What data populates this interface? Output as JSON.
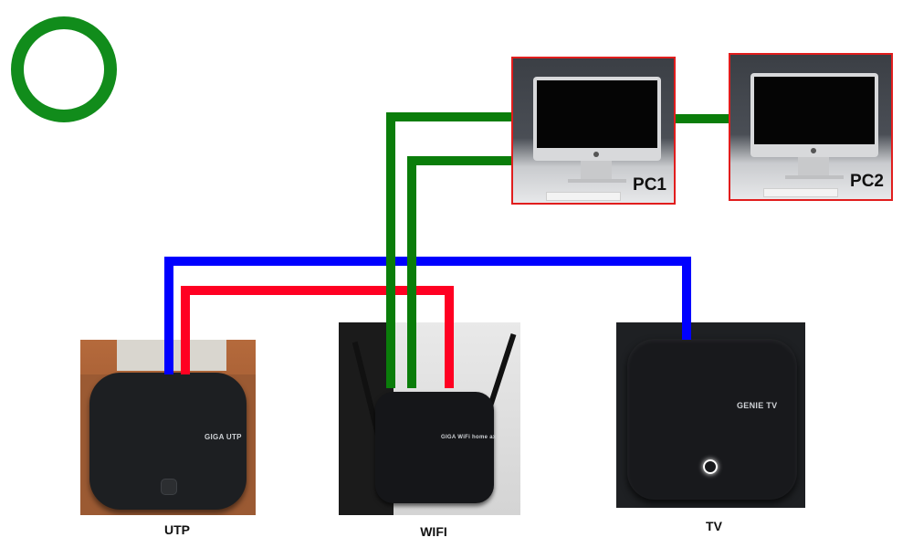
{
  "status_mark": "check-circle",
  "devices": {
    "utp": {
      "label": "UTP",
      "brand_text": "GIGA UTP"
    },
    "wifi": {
      "label": "WIFI",
      "brand_text": "GIGA WiFi home ax"
    },
    "tv": {
      "label": "TV",
      "brand_text": "GENIE TV"
    },
    "pc1": {
      "label": "PC1"
    },
    "pc2": {
      "label": "PC2"
    }
  },
  "connections": [
    {
      "from": "UTP",
      "to": "TV",
      "color": "#0000ff"
    },
    {
      "from": "UTP",
      "to": "WIFI",
      "color": "#ff0022"
    },
    {
      "from": "WIFI",
      "to": "PC1",
      "color": "#0a7d0a"
    },
    {
      "from": "WIFI",
      "to": "PC1",
      "color": "#0a7d0a"
    },
    {
      "from": "PC1",
      "to": "PC2",
      "color": "#0a7d0a"
    }
  ],
  "colors": {
    "ok": "#118c1b",
    "frame": "#e11d1d"
  }
}
